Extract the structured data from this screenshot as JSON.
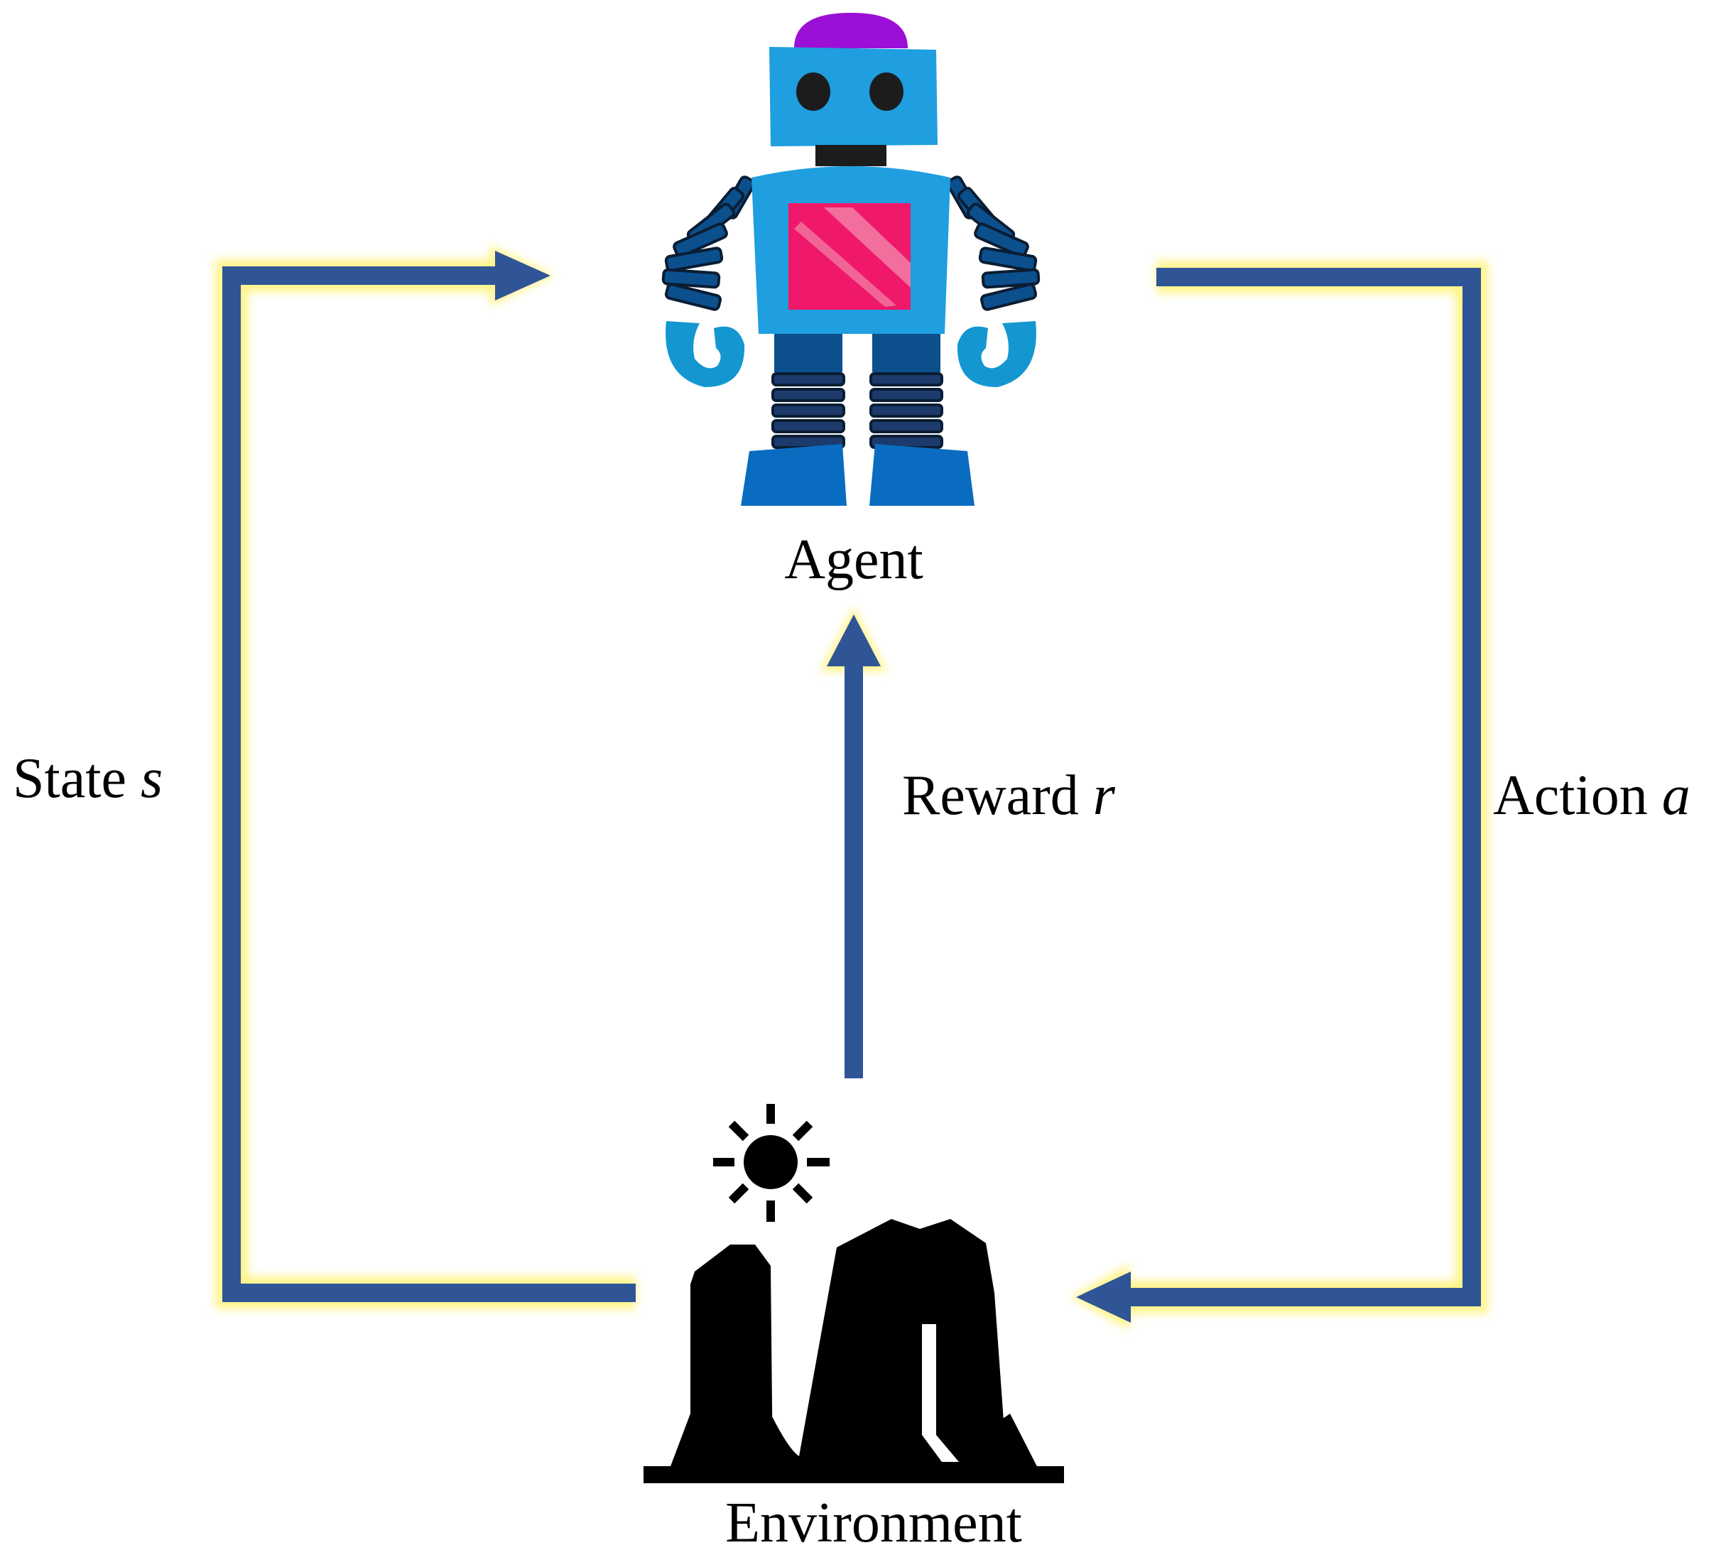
{
  "diagram": {
    "agent_label": "Agent",
    "environment_label": "Environment",
    "state": {
      "word": "State",
      "symbol": "s"
    },
    "reward": {
      "word": "Reward",
      "symbol": "r"
    },
    "action": {
      "word": "Action",
      "symbol": "a"
    }
  },
  "colors": {
    "arrow": "#2f5597",
    "glow": "#fff799",
    "robot_head": "#1f9ee0",
    "robot_hat": "#9b0fd6",
    "robot_chest": "#f0186a",
    "robot_dark": "#0c4f8d",
    "environment": "#000000"
  },
  "icons": {
    "agent": "robot-icon",
    "environment": "landscape-icon",
    "sun": "sun-icon"
  }
}
